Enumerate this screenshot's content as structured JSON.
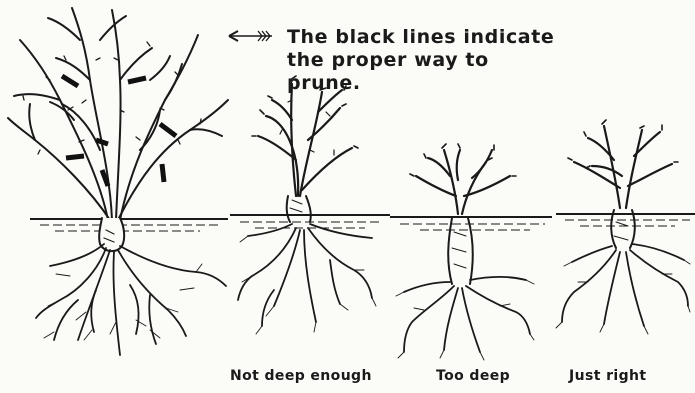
{
  "note": {
    "line1": "The black lines indicate",
    "line2": "the proper way to prune."
  },
  "captions": {
    "not_deep_enough": "Not deep enough",
    "too_deep": "Too deep",
    "just_right": "Just right"
  },
  "colors": {
    "ink": "#1a1a1a",
    "paper": "#fbfbf8"
  },
  "icons": {
    "pointer": "arrow-left-icon"
  }
}
